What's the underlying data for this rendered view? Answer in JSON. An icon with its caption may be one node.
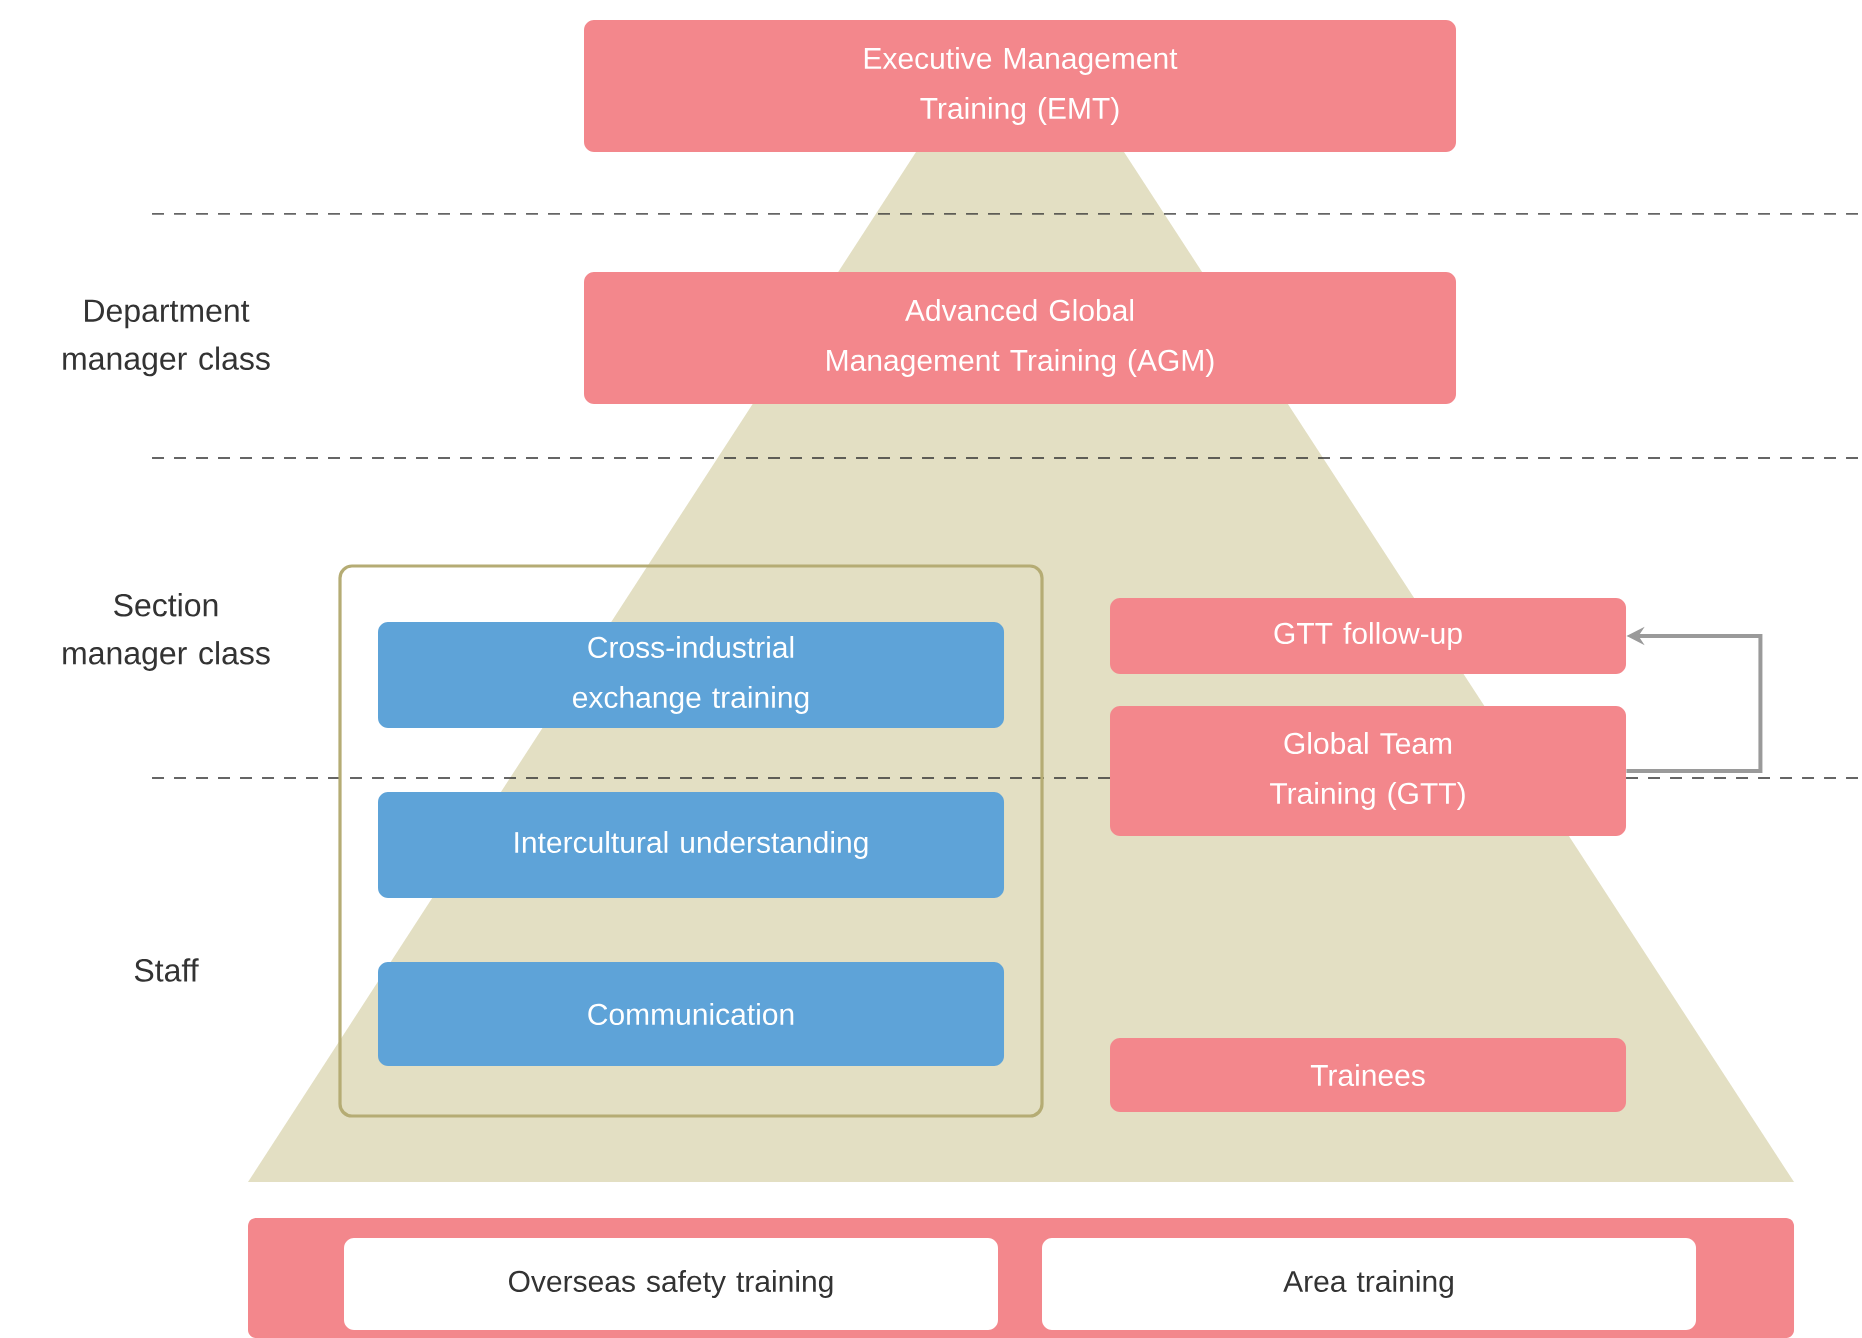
{
  "diagram": {
    "nodes": [
      {
        "text": [
          "Executive Management Training (EMT)"
        ]
      },
      {
        "text": [
          "Advanced Global Management Training (AGM)"
        ]
      },
      {
        "text": [],
        "shape": "box"
      },
      {
        "text": [
          "Cross-industrial exchange training"
        ],
        "in": 2
      },
      {
        "text": [
          "Intercultural understanding"
        ],
        "in": 2
      },
      {
        "text": [
          "Communication"
        ],
        "in": 2
      },
      {
        "text": [
          "GTT follow-up"
        ]
      },
      {
        "text": [
          "Global Team Training (GTT)"
        ]
      },
      {
        "text": [
          "Trainees"
        ]
      },
      {
        "text": [],
        "shape": "bar"
      },
      {
        "text": [
          "Overseas safety training"
        ],
        "in": 9
      },
      {
        "text": [
          "Area training"
        ],
        "in": 9
      }
    ],
    "edges": [
      {
        "from": 7,
        "to": 6,
        "arrow": "to"
      }
    ],
    "labels": [
      "Department manager class",
      "Section manager class",
      "Staff"
    ]
  }
}
